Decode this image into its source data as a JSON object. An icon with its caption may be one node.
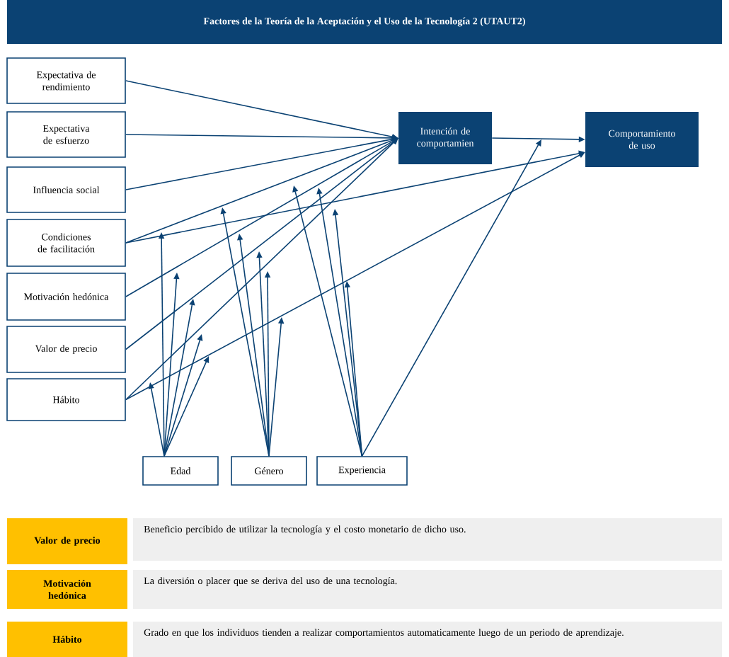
{
  "diagram": {
    "title": "Factores de la Teoría de la Aceptación y el Uso de la Tecnología 2 (UTAUT2)",
    "nodes": [
      {
        "text": [
          "Expectativa de rendimiento"
        ]
      },
      {
        "text": [
          "Expectativa de esfuerzo"
        ]
      },
      {
        "text": [
          "Influencia social"
        ]
      },
      {
        "text": [
          "Condiciones de facilitación"
        ]
      },
      {
        "text": [
          "Motivación hedónica"
        ]
      },
      {
        "text": [
          "Valor de precio"
        ]
      },
      {
        "text": [
          "Hábito"
        ]
      },
      {
        "text": [
          "Intención de comportamien"
        ]
      },
      {
        "text": [
          "Comportamiento de uso"
        ]
      },
      {
        "text": [
          "Edad"
        ]
      },
      {
        "text": [
          "Género"
        ]
      },
      {
        "text": [
          "Experiencia"
        ]
      },
      {
        "text": [
          "Valor de precio"
        ]
      },
      {
        "text": [
          "Beneficio percibido de utilizar la tecnología y el costo monetario de dicho uso."
        ]
      },
      {
        "text": [
          "Motivación hedónica"
        ]
      },
      {
        "text": [
          "La diversión o placer que se deriva del uso de una tecnología."
        ]
      },
      {
        "text": [
          "Hábito"
        ]
      },
      {
        "text": [
          "Grado en que los individuos tienden a realizar comportamientos automaticamente luego de un periodo de aprendizaje."
        ]
      }
    ],
    "edges": [
      {
        "from": 0,
        "to": 7,
        "arrow": "to"
      },
      {
        "from": 1,
        "to": 7,
        "arrow": "to"
      },
      {
        "from": 2,
        "to": 7,
        "arrow": "to"
      },
      {
        "from": 3,
        "to": 7,
        "arrow": "to"
      },
      {
        "from": 3,
        "to": 8,
        "arrow": "to"
      },
      {
        "from": 4,
        "to": 7,
        "arrow": "to"
      },
      {
        "from": 5,
        "to": 7,
        "arrow": "to"
      },
      {
        "from": 6,
        "to": 7,
        "arrow": "to"
      },
      {
        "from": 6,
        "to": 8,
        "arrow": "to"
      },
      {
        "from": 7,
        "to": 8,
        "arrow": "to"
      },
      {
        "from": 9,
        "to": null,
        "arrow": "to"
      },
      {
        "from": 9,
        "to": null,
        "arrow": "to"
      },
      {
        "from": 9,
        "to": null,
        "arrow": "to"
      },
      {
        "from": 9,
        "to": null,
        "arrow": "to"
      },
      {
        "from": 9,
        "to": null,
        "arrow": "to"
      },
      {
        "from": 9,
        "to": null,
        "arrow": "to"
      },
      {
        "from": 10,
        "to": null,
        "arrow": "to"
      },
      {
        "from": 10,
        "to": null,
        "arrow": "to"
      },
      {
        "from": 10,
        "to": null,
        "arrow": "to"
      },
      {
        "from": 10,
        "to": null,
        "arrow": "to"
      },
      {
        "from": 10,
        "to": null,
        "arrow": "to"
      },
      {
        "from": 11,
        "to": null,
        "arrow": "to"
      },
      {
        "from": 11,
        "to": null,
        "arrow": "to"
      },
      {
        "from": 11,
        "to": null,
        "arrow": "to"
      },
      {
        "from": 11,
        "to": null,
        "arrow": "to"
      },
      {
        "from": 11,
        "to": null,
        "arrow": "to"
      }
    ]
  }
}
